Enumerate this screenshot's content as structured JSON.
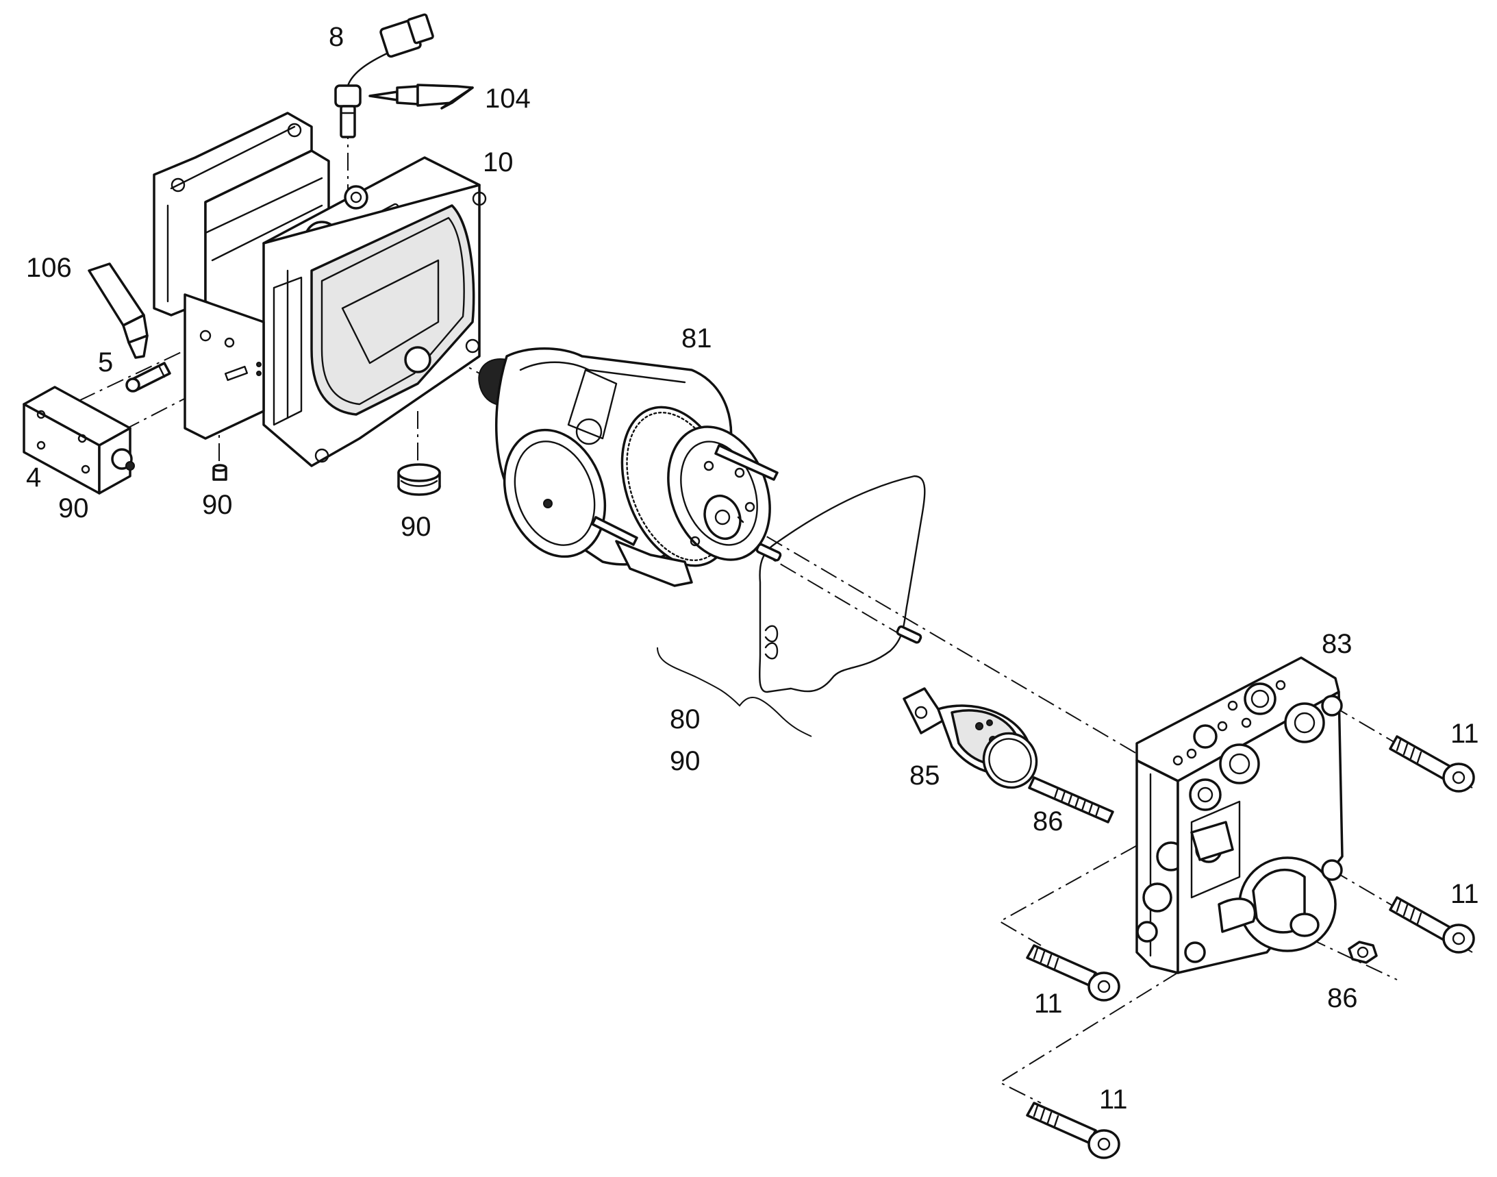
{
  "callouts": {
    "c8": "8",
    "c104": "104",
    "c10": "10",
    "c106": "106",
    "c5": "5",
    "c81": "81",
    "c4": "4",
    "c90a": "90",
    "c90b": "90",
    "c90c": "90",
    "c83": "83",
    "c80": "80",
    "c90d": "90",
    "c11a": "11",
    "c85": "85",
    "c86a": "86",
    "c11b": "11",
    "c11c": "11",
    "c86b": "86",
    "c11d": "11"
  },
  "colors": {
    "line": "#111111",
    "background": "#ffffff"
  }
}
